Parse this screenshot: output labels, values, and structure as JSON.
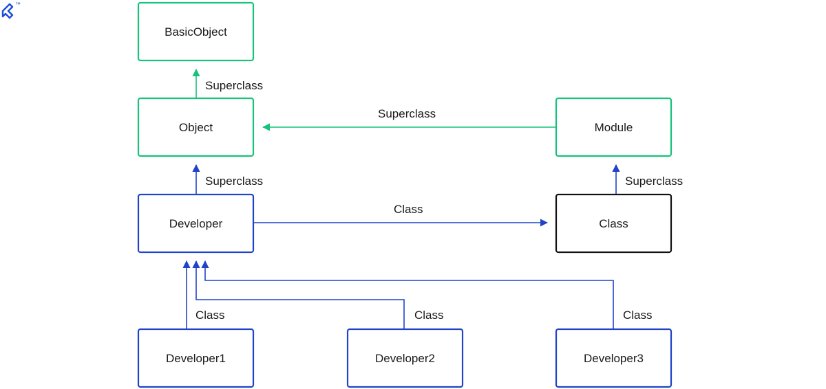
{
  "colors": {
    "green": "#17c27a",
    "blue": "#1f43c9",
    "black": "#111111",
    "text": "#1a1a1a"
  },
  "logo": {
    "icon": "toptal-logo-icon",
    "mark": "™"
  },
  "nodes": {
    "basicobject": "BasicObject",
    "object": "Object",
    "module": "Module",
    "developer": "Developer",
    "class": "Class",
    "developer1": "Developer1",
    "developer2": "Developer2",
    "developer3": "Developer3"
  },
  "edges": {
    "object_to_basicobject": "Superclass",
    "module_to_object": "Superclass",
    "developer_to_object": "Superclass",
    "class_to_module": "Superclass",
    "developer_to_class": "Class",
    "developer1_to_developer": "Class",
    "developer2_to_developer": "Class",
    "developer3_to_developer": "Class"
  }
}
